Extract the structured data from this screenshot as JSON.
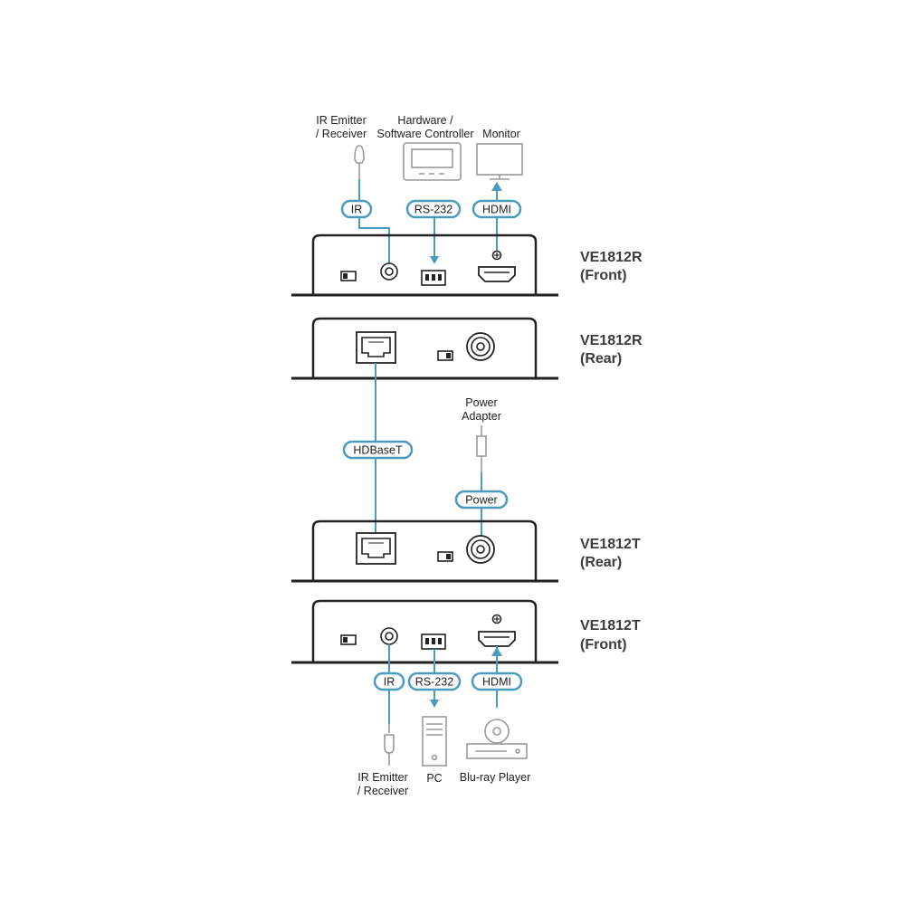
{
  "colors": {
    "accent": "#4a9bbd",
    "device_body": "#222222",
    "device_gray": "#9a9a9a",
    "text": "#222222",
    "unit_label": "#3c3c3c"
  },
  "top_devices": {
    "ir_label_1": "IR Emitter",
    "ir_label_2": "/ Receiver",
    "controller_label_1": "Hardware /",
    "controller_label_2": "Software Controller",
    "monitor_label": "Monitor"
  },
  "connections": {
    "ir_top": "IR",
    "rs232_top": "RS-232",
    "hdmi_top": "HDMI",
    "hdbaset": "HDBaseT",
    "power": "Power",
    "ir_bottom": "IR",
    "rs232_bottom": "RS-232",
    "hdmi_bottom": "HDMI"
  },
  "power_adapter": {
    "label_1": "Power",
    "label_2": "Adapter"
  },
  "units": [
    {
      "line1": "VE1812R",
      "line2": "(Front)"
    },
    {
      "line1": "VE1812R",
      "line2": "(Rear)"
    },
    {
      "line1": "VE1812T",
      "line2": "(Rear)"
    },
    {
      "line1": "VE1812T",
      "line2": "(Front)"
    }
  ],
  "bottom_devices": {
    "ir_label_1": "IR Emitter",
    "ir_label_2": "/ Receiver",
    "pc_label": "PC",
    "bluray_label": "Blu-ray Player"
  },
  "icons": [
    "ir-sensor-icon",
    "controller-icon",
    "monitor-icon",
    "rj45-port-icon",
    "dc-power-port-icon",
    "hdmi-port-icon",
    "rs232-port-icon",
    "pc-tower-icon",
    "bluray-player-icon",
    "power-adapter-icon"
  ]
}
